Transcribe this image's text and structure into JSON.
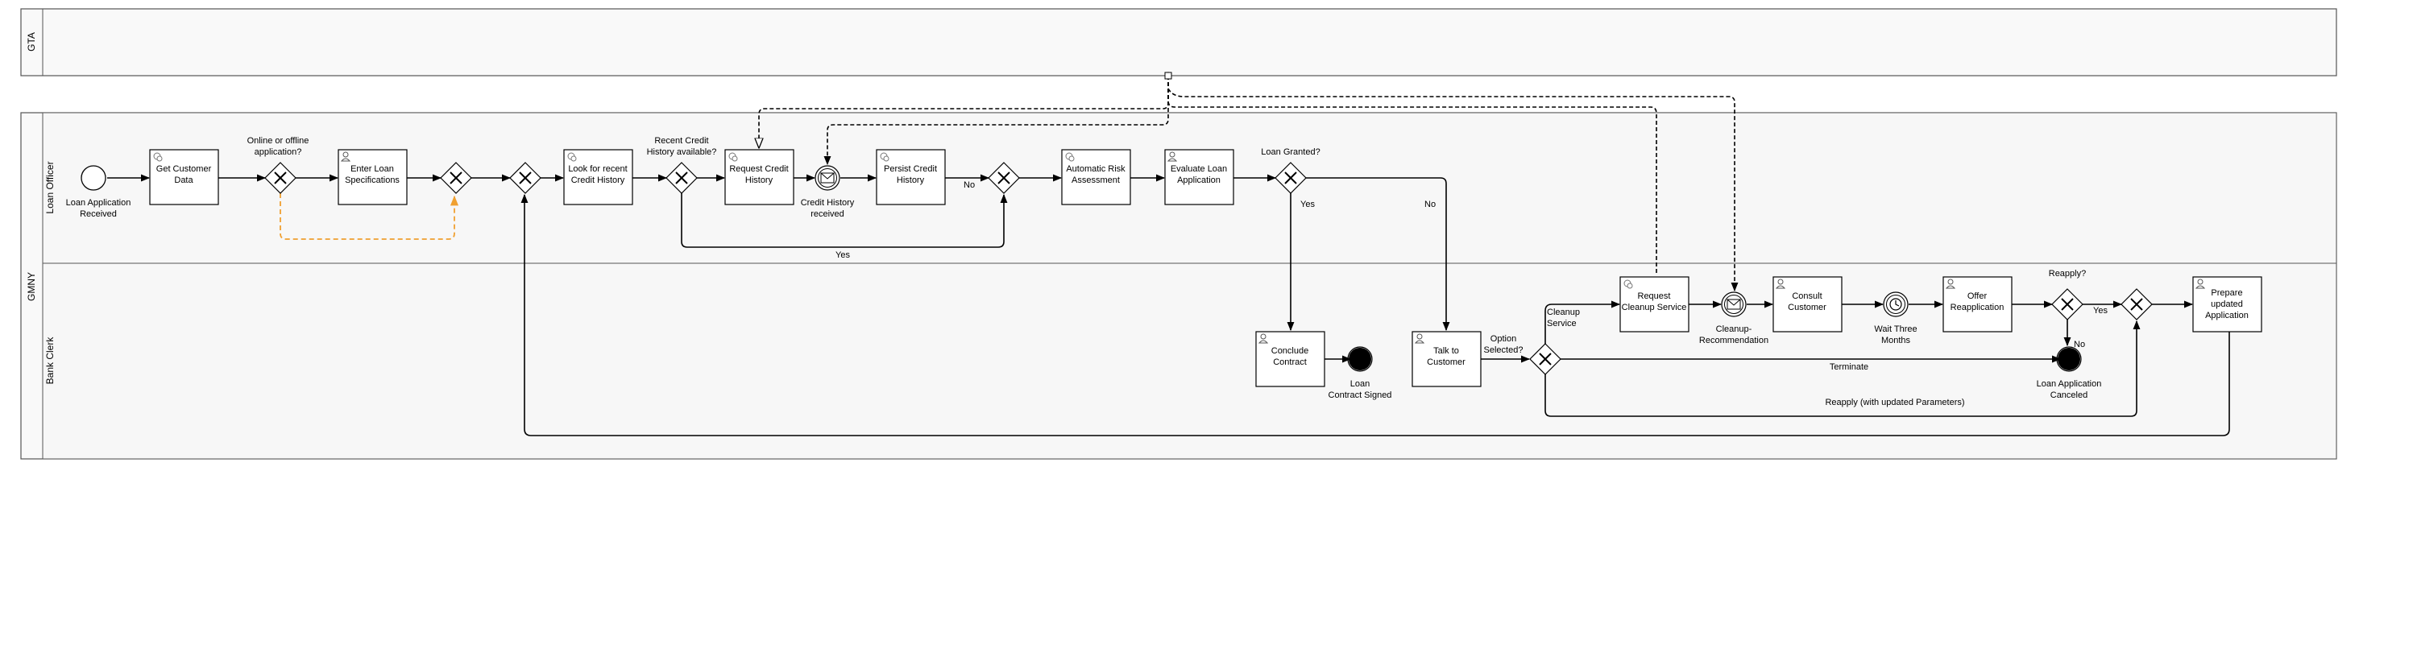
{
  "pools": {
    "top": "GTA",
    "main": "GMNY"
  },
  "lanes": {
    "loan_officer": "Loan Officer",
    "bank_clerk": "Bank Clerk"
  },
  "events": {
    "start": [
      "Loan Application",
      "Received"
    ],
    "credit_history_received": [
      "Credit History",
      "received"
    ],
    "contract_signed": [
      "Loan",
      "Contract Signed"
    ],
    "cleanup_recommendation": [
      "Cleanup-",
      "Recommendation"
    ],
    "wait_three_months": [
      "Wait Three",
      "Months"
    ],
    "application_canceled": [
      "Loan Application",
      "Canceled"
    ]
  },
  "tasks": {
    "get_customer_data": [
      "Get Customer",
      "Data"
    ],
    "enter_loan_specs": [
      "Enter Loan",
      "Specifications"
    ],
    "look_credit_history": [
      "Look for recent",
      "Credit History"
    ],
    "request_credit_history": [
      "Request Credit",
      "History"
    ],
    "persist_credit_history": [
      "Persist Credit",
      "History"
    ],
    "automatic_risk": [
      "Automatic Risk",
      "Assessment"
    ],
    "evaluate_loan": [
      "Evaluate Loan",
      "Application"
    ],
    "conclude_contract": [
      "Conclude",
      "Contract"
    ],
    "talk_to_customer": [
      "Talk to",
      "Customer"
    ],
    "request_cleanup": [
      "Request",
      "Cleanup Service"
    ],
    "consult_customer": [
      "Consult",
      "Customer"
    ],
    "offer_reapplication": [
      "Offer",
      "Reapplication"
    ],
    "prepare_application": [
      "Prepare",
      "updated",
      "Application"
    ]
  },
  "gateways": {
    "online_offline": [
      "Online or offline",
      "application?"
    ],
    "recent_credit_history": [
      "Recent Credit",
      "History available?"
    ],
    "loan_granted": "Loan Granted?",
    "option_selected": [
      "Option",
      "Selected?"
    ],
    "reapply": "Reapply?"
  },
  "flow_labels": {
    "no_persist": "No",
    "yes_history": "Yes",
    "yes_granted": "Yes",
    "no_granted": "No",
    "cleanup_service": [
      "Cleanup",
      "Service"
    ],
    "terminate": "Terminate",
    "reapply_updated": "Reapply (with updated Parameters)",
    "yes_reapply": "Yes",
    "no_reapply": "No"
  }
}
